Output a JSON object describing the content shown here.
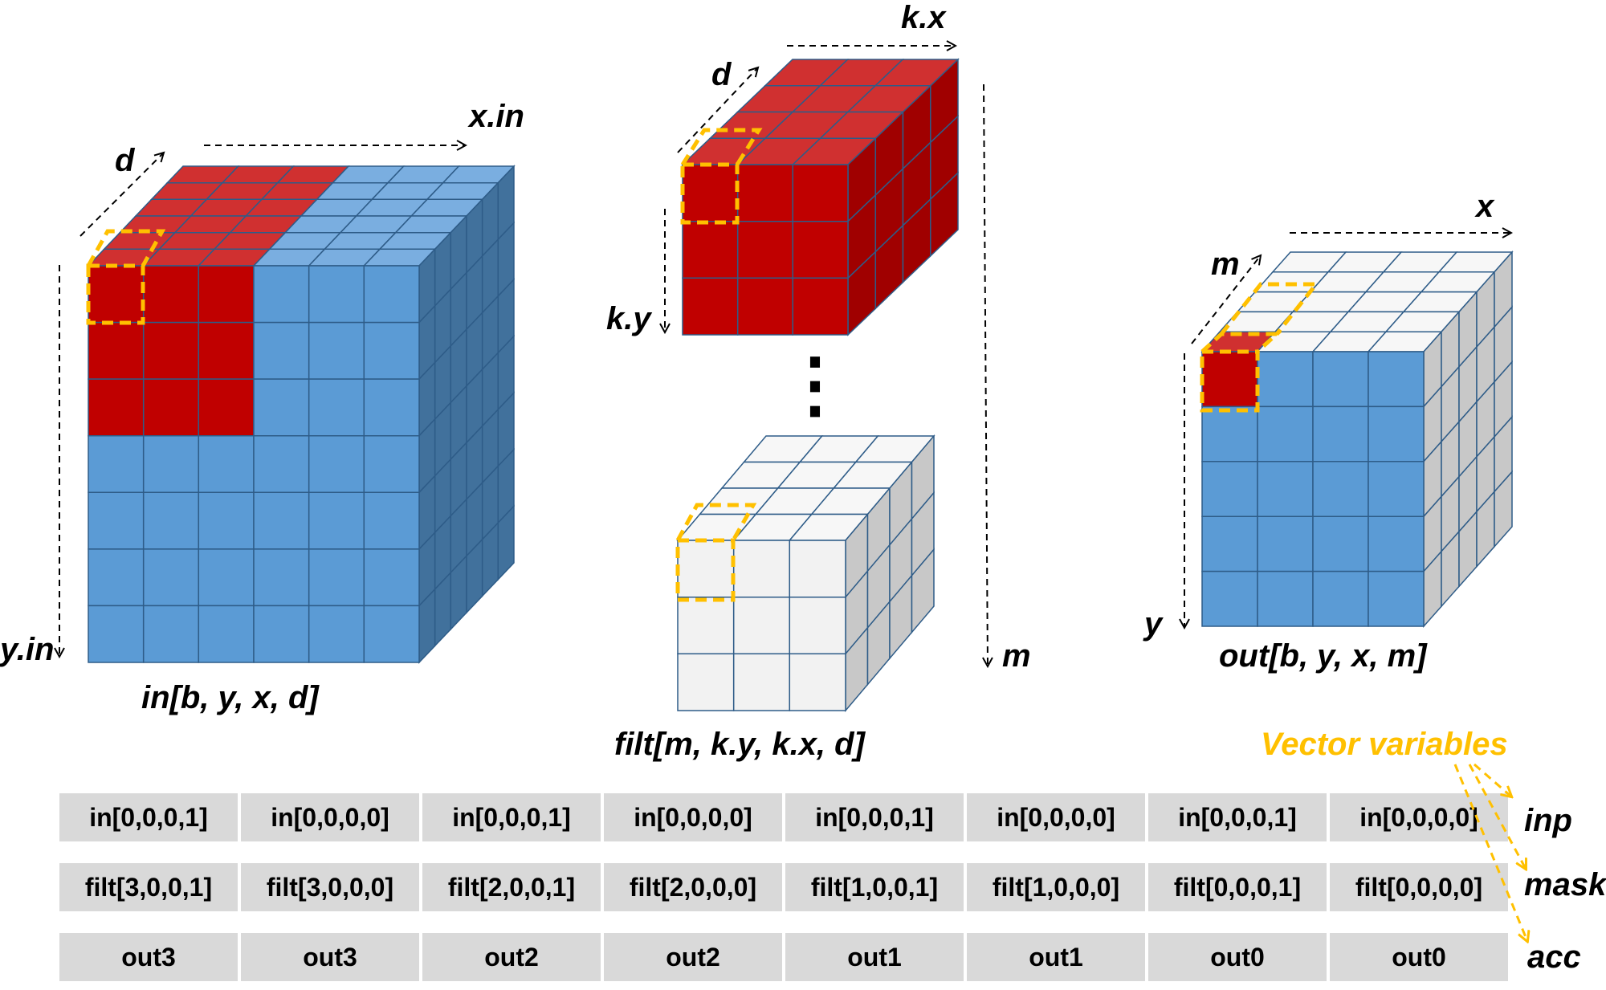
{
  "colors": {
    "blue_front": "#5b9bd5",
    "blue_top": "#7aaee0",
    "blue_side": "#41719c",
    "red_front": "#c00000",
    "red_top": "#d03030",
    "red_side": "#a00000",
    "white_front": "#f2f2f2",
    "white_top": "#f7f7f7",
    "white_side": "#c8c8c8",
    "grid_line": "#2e5c88",
    "highlight": "#ffc000",
    "table_cell": "#d9d9d9"
  },
  "input_tensor": {
    "label": "in[b, y, x, d]",
    "axis_x": "x.in",
    "axis_y": "y.in",
    "axis_d": "d"
  },
  "filter_tensor": {
    "label": "filt[m, k.y, k.x, d]",
    "axis_x": "k.x",
    "axis_y": "k.y",
    "axis_d": "d",
    "axis_m": "m",
    "ellipsis": "⋮"
  },
  "output_tensor": {
    "label": "out[b, y, x, m]",
    "axis_x": "x",
    "axis_y": "y",
    "axis_m": "m"
  },
  "vector_variables": {
    "title": "Vector variables",
    "names": [
      "inp",
      "mask",
      "acc"
    ]
  },
  "table_rows": [
    [
      "in[0,0,0,1]",
      "in[0,0,0,0]",
      "in[0,0,0,1]",
      "in[0,0,0,0]",
      "in[0,0,0,1]",
      "in[0,0,0,0]",
      "in[0,0,0,1]",
      "in[0,0,0,0]"
    ],
    [
      "filt[3,0,0,1]",
      "filt[3,0,0,0]",
      "filt[2,0,0,1]",
      "filt[2,0,0,0]",
      "filt[1,0,0,1]",
      "filt[1,0,0,0]",
      "filt[0,0,0,1]",
      "filt[0,0,0,0]"
    ],
    [
      "out3",
      "out3",
      "out2",
      "out2",
      "out1",
      "out1",
      "out0",
      "out0"
    ]
  ]
}
